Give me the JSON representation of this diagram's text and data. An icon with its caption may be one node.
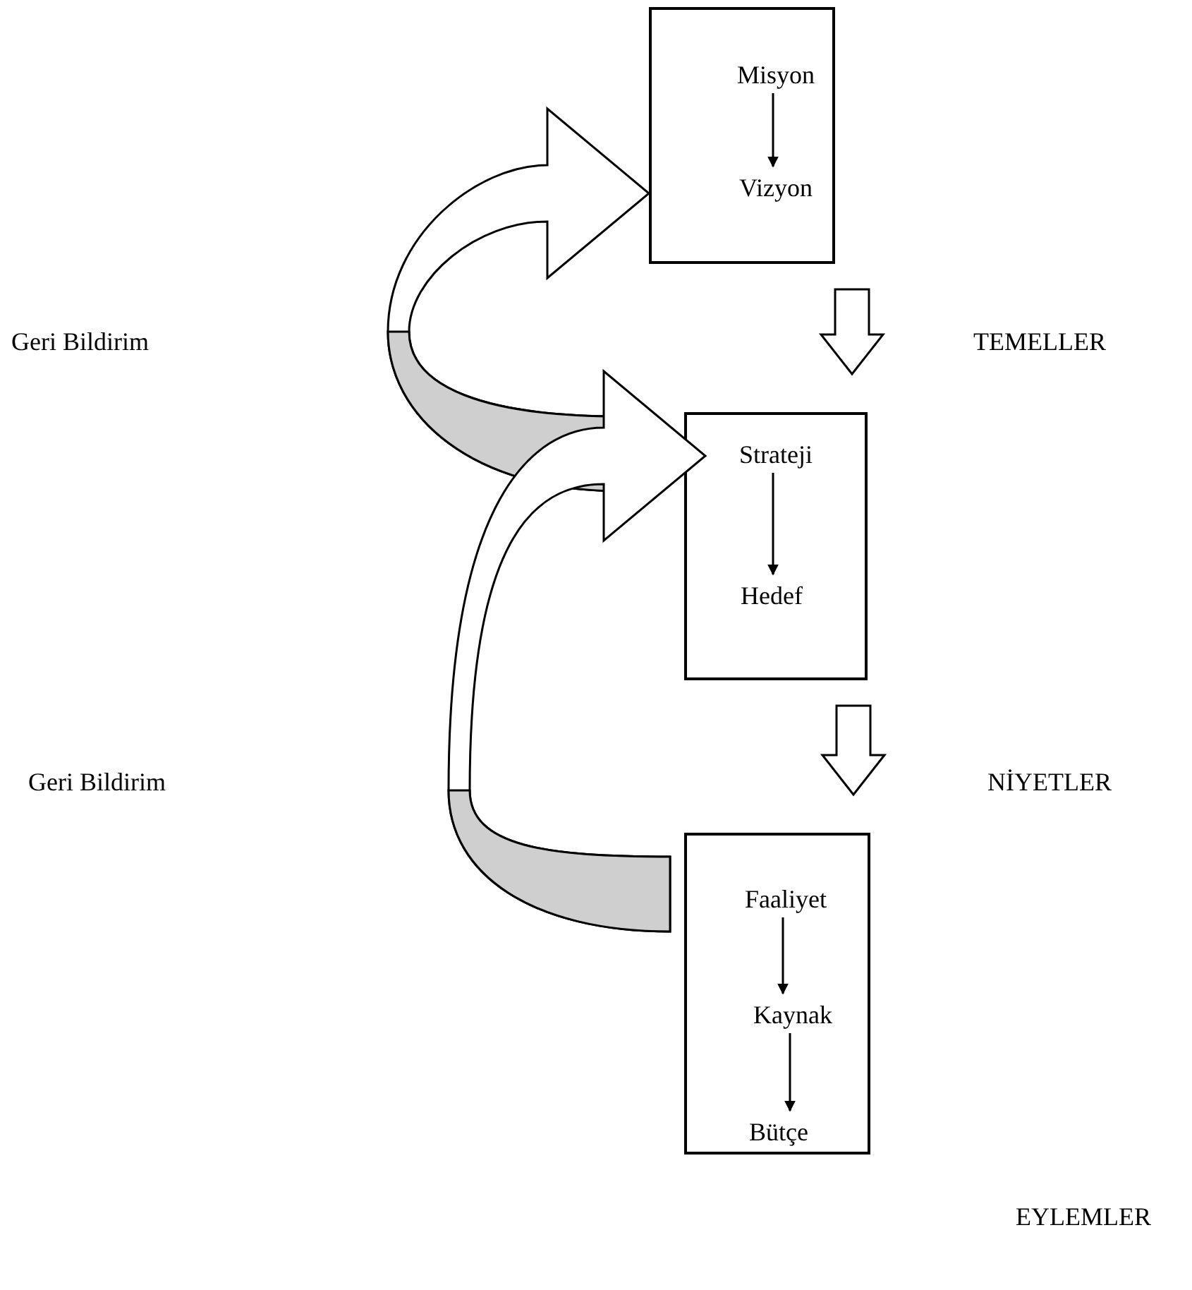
{
  "diagram": {
    "nodes": [
      {
        "text": [],
        "shape": "box"
      },
      {
        "text": [
          "Misyon"
        ],
        "in": 0
      },
      {
        "text": [
          "Vizyon"
        ],
        "in": 0
      },
      {
        "text": [],
        "shape": "box"
      },
      {
        "text": [
          "Strateji"
        ],
        "in": 3
      },
      {
        "text": [
          "Hedef"
        ],
        "in": 3
      },
      {
        "text": [],
        "shape": "box"
      },
      {
        "text": [
          "Faaliyet"
        ],
        "in": 6
      },
      {
        "text": [
          "Kaynak"
        ],
        "in": 6
      },
      {
        "text": [
          "Bütçe"
        ],
        "in": 6
      }
    ],
    "edges": [
      {
        "from": 1,
        "to": 2,
        "arrow": "to"
      },
      {
        "from": 4,
        "to": 5,
        "arrow": "to"
      },
      {
        "from": 7,
        "to": 8,
        "arrow": "to"
      },
      {
        "from": 8,
        "to": 9,
        "arrow": "to"
      },
      {
        "from": 0,
        "to": 3,
        "arrow": "to"
      },
      {
        "from": 3,
        "to": 6,
        "arrow": "to"
      },
      {
        "from": 3,
        "to": 0,
        "arrow": "to"
      },
      {
        "from": 6,
        "to": 3,
        "arrow": "to"
      }
    ],
    "labels": [
      "Geri Bildirim",
      "TEMELLER",
      "Geri Bildirim",
      "NİYETLER",
      "EYLEMLER"
    ]
  }
}
